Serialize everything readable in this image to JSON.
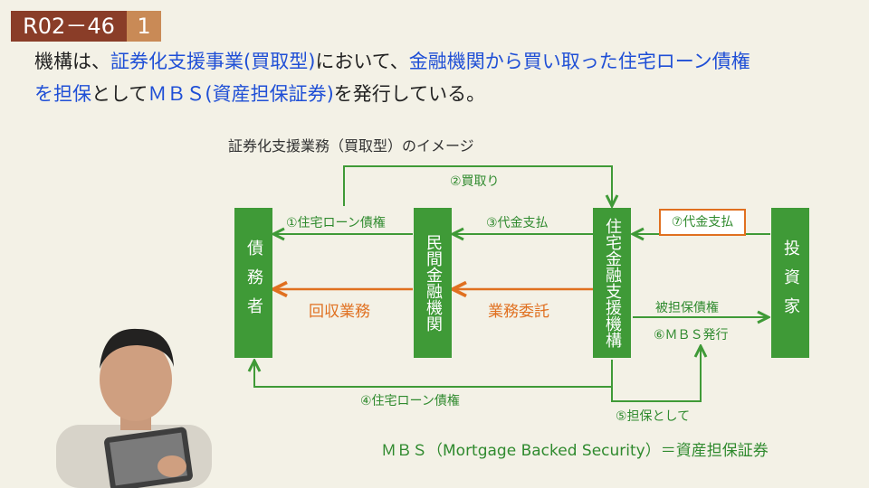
{
  "badge": {
    "code": "R02－46",
    "number": "1"
  },
  "statement": {
    "line1": [
      {
        "text": "機構は、",
        "blue": false
      },
      {
        "text": "証券化支援事業(買取型)",
        "blue": true
      },
      {
        "text": "において、",
        "blue": false
      },
      {
        "text": "金融機関から買い取った住宅ローン債権",
        "blue": true
      }
    ],
    "line2": [
      {
        "text": "を担保",
        "blue": true
      },
      {
        "text": "として",
        "blue": false
      },
      {
        "text": "ＭＢＳ(資産担保証券)",
        "blue": true
      },
      {
        "text": "を発行している。",
        "blue": false
      }
    ]
  },
  "diagram": {
    "caption": "証券化支援業務（買取型）のイメージ",
    "boxes": {
      "debtor": "債務者",
      "bank": "民間金融機関",
      "agency": "住宅金融支援機構",
      "investor": "投資家"
    },
    "labels": {
      "purchase": "②買取り",
      "loan_claim": "①住宅ローン債権",
      "payment3": "③代金支払",
      "payment7": "⑦代金支払",
      "collection": "回収業務",
      "consignment": "業務委託",
      "secured": "被担保債権",
      "mbs_issue": "⑥ＭＢＳ発行",
      "loan_claim4": "④住宅ローン債権",
      "collateral": "⑤担保として"
    },
    "footer": "ＭＢＳ（Mortgage Backed Security）＝資産担保証券",
    "colors": {
      "green": "#3f9a37",
      "orange": "#e07020",
      "blue": "#1f4fd6",
      "badge_dark": "#8a3d28",
      "badge_light": "#c98a56"
    }
  }
}
